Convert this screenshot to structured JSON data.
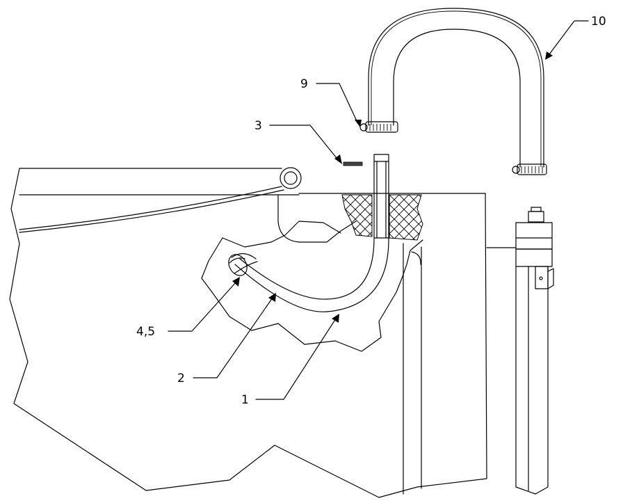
{
  "diagram": {
    "callouts": [
      {
        "id": "c10",
        "label": "10"
      },
      {
        "id": "c9",
        "label": "9"
      },
      {
        "id": "c3",
        "label": "3"
      },
      {
        "id": "c45",
        "label": "4,5"
      },
      {
        "id": "c2",
        "label": "2"
      },
      {
        "id": "c1",
        "label": "1"
      }
    ]
  }
}
